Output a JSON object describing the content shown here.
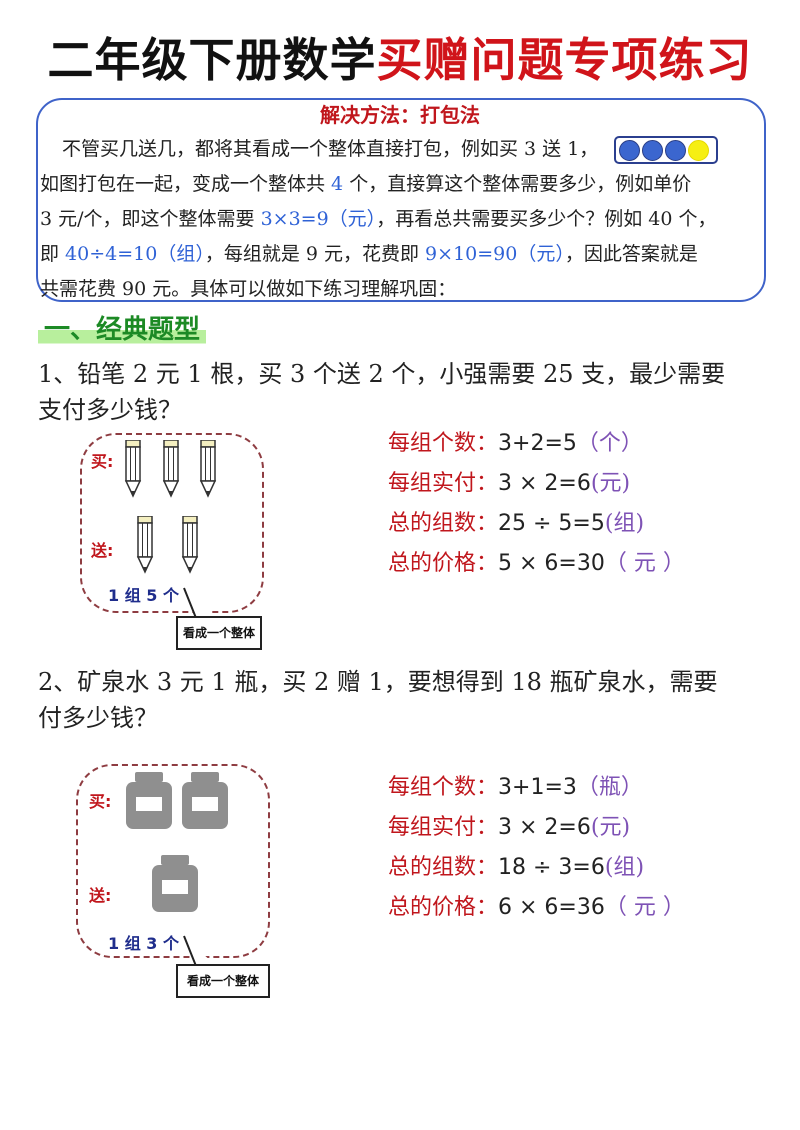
{
  "title": {
    "part1": "二年级下册数学",
    "part2": "买赠问题专项练习"
  },
  "method": {
    "title": "解决方法：打包法",
    "line1": "不管买几送几，都将其看成一个整体直接打包，例如买 3 送 1，",
    "line2a": "如图打包在一起，变成一个整体共",
    "line2b": " 4 ",
    "line2c": "个，直接算这个整体需要多少，例如单价",
    "line3a": "3 元/个，即这个整体需要",
    "line3b": " 3×3=9（元）",
    "line3c": "，再看总共需要买多少个？例如 40 个，",
    "line4a": "即",
    "line4b": " 40÷4=10（组）",
    "line4c": "，每组就是 9 元，花费即",
    "line4d": " 9×10=90（元）",
    "line4e": "，因此答案就是",
    "line5": "共需花费 90 元。具体可以做如下练习理解巩固："
  },
  "section1": {
    "heading": "一、经典题型"
  },
  "q1": {
    "line1": "1、铅笔 2 元 1 根，买 3 个送 2 个，小强需要 25 支，最少需要",
    "line2": "支付多少钱？",
    "buy_label": "买:",
    "give_label": "送:",
    "group_label": "1 组 5 个",
    "callout": "看成一个整体",
    "solution": [
      {
        "key": "每组个数：",
        "expr": "3+2=5",
        "unit": "（个）"
      },
      {
        "key": "每组实付：",
        "expr": "3 × 2=6",
        "unit": "(元)"
      },
      {
        "key": "总的组数：",
        "expr": "25 ÷ 5=5",
        "unit": "(组)"
      },
      {
        "key": "总的价格：",
        "expr": "5 × 6=30",
        "unit": "（ 元 ）"
      }
    ]
  },
  "q2": {
    "line1": "2、矿泉水 3 元 1 瓶，买 2 赠 1，要想得到 18 瓶矿泉水，需要",
    "line2": "付多少钱？",
    "buy_label": "买:",
    "give_label": "送:",
    "group_label": "1 组 3 个",
    "callout": "看成一个整体",
    "solution": [
      {
        "key": "每组个数：",
        "expr": "3+1=3",
        "unit": "（瓶）"
      },
      {
        "key": "每组实付：",
        "expr": "3 × 2=6",
        "unit": "(元)"
      },
      {
        "key": "总的组数：",
        "expr": "18 ÷ 3=6",
        "unit": "(组)"
      },
      {
        "key": "总的价格：",
        "expr": "6 × 6=36",
        "unit": "（ 元 ）"
      }
    ]
  },
  "colors": {
    "title_red": "#d0141a",
    "highlight_blue": "#2f62d6",
    "section_green": "#1c8a25",
    "unit_purple": "#7e52b5"
  }
}
